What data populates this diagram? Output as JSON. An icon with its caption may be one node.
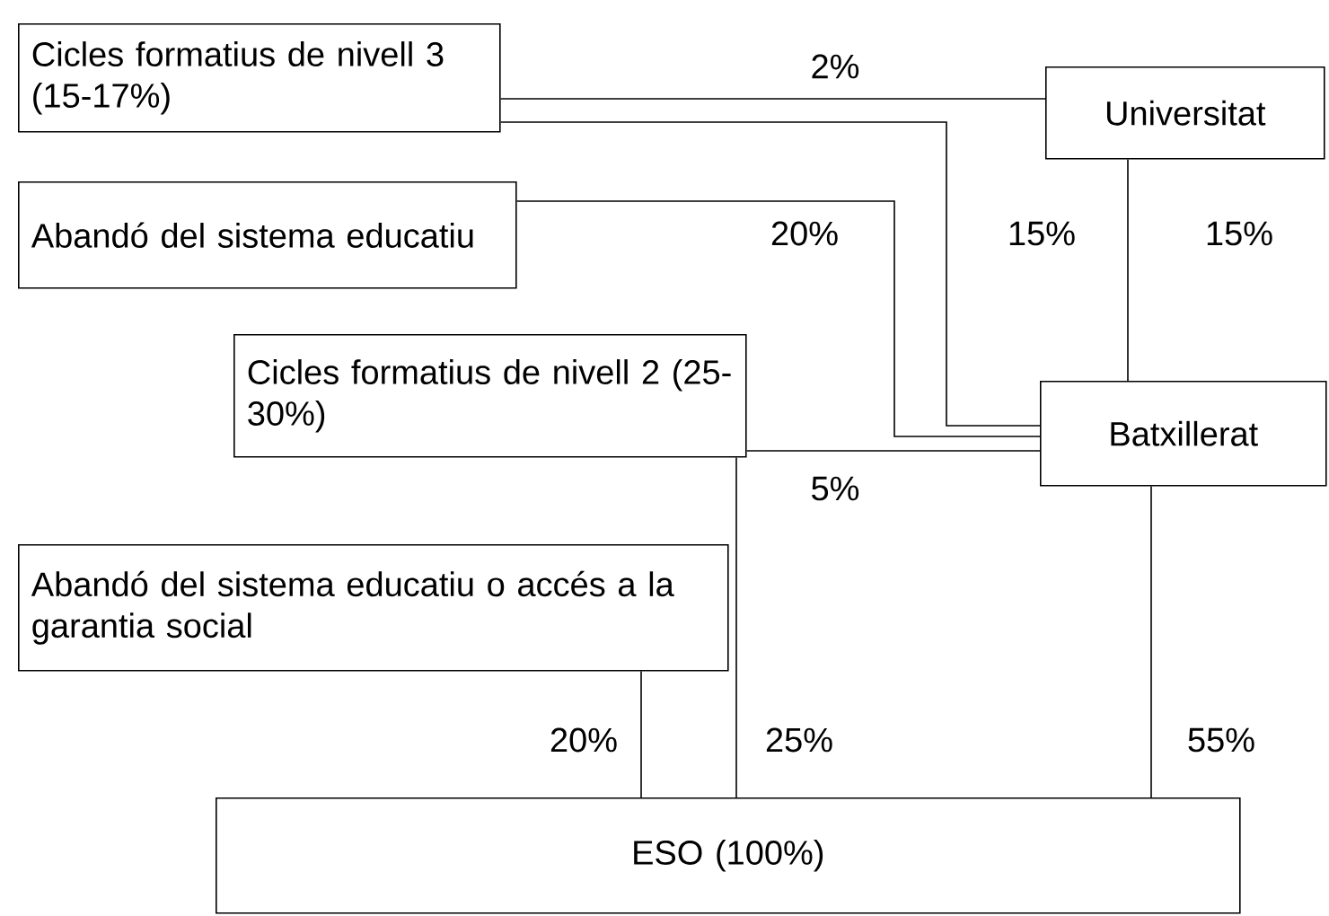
{
  "diagram": {
    "nodes": [
      {
        "text": [
          "Cicles formatius de nivell 3 (15-17%)"
        ]
      },
      {
        "text": [
          "Universitat"
        ]
      },
      {
        "text": [
          "Abandó del sistema educatiu"
        ]
      },
      {
        "text": [
          "Cicles formatius de nivell 2 (25-30%)"
        ]
      },
      {
        "text": [
          "Batxillerat"
        ]
      },
      {
        "text": [
          "Abandó del sistema educatiu o accés a la garantia social"
        ]
      },
      {
        "text": [
          "ESO (100%)"
        ]
      }
    ],
    "edges": [
      {
        "from": 0,
        "to": 1,
        "arrow": "none",
        "label": "2%"
      },
      {
        "from": 0,
        "to": 4,
        "arrow": "none",
        "label": "15%"
      },
      {
        "from": 2,
        "to": 4,
        "arrow": "none",
        "label": "20%"
      },
      {
        "from": 3,
        "to": 4,
        "arrow": "none",
        "label": "5%"
      },
      {
        "from": 1,
        "to": 4,
        "arrow": "none",
        "label": "15%"
      },
      {
        "from": 5,
        "to": 6,
        "arrow": "none",
        "label": "20%"
      },
      {
        "from": 3,
        "to": 6,
        "arrow": "none",
        "label": "25%"
      },
      {
        "from": 4,
        "to": 6,
        "arrow": "none",
        "label": "55%"
      }
    ]
  }
}
